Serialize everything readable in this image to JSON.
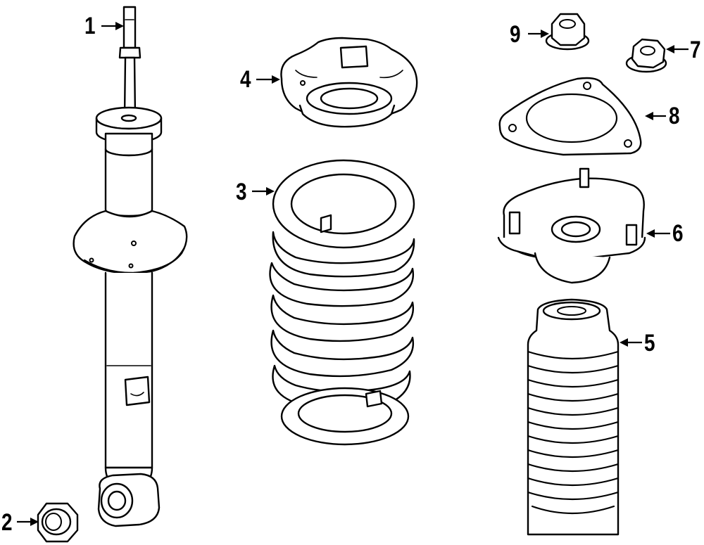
{
  "callouts": [
    {
      "label": "1",
      "part": "shock-absorber"
    },
    {
      "label": "2",
      "part": "lower-nut"
    },
    {
      "label": "3",
      "part": "coil-spring"
    },
    {
      "label": "4",
      "part": "spring-seat"
    },
    {
      "label": "5",
      "part": "dust-boot"
    },
    {
      "label": "6",
      "part": "strut-mount"
    },
    {
      "label": "7",
      "part": "flange-nut"
    },
    {
      "label": "8",
      "part": "mount-gasket"
    },
    {
      "label": "9",
      "part": "upper-nut"
    }
  ],
  "colors": {
    "line": "#000000",
    "background": "#ffffff"
  }
}
